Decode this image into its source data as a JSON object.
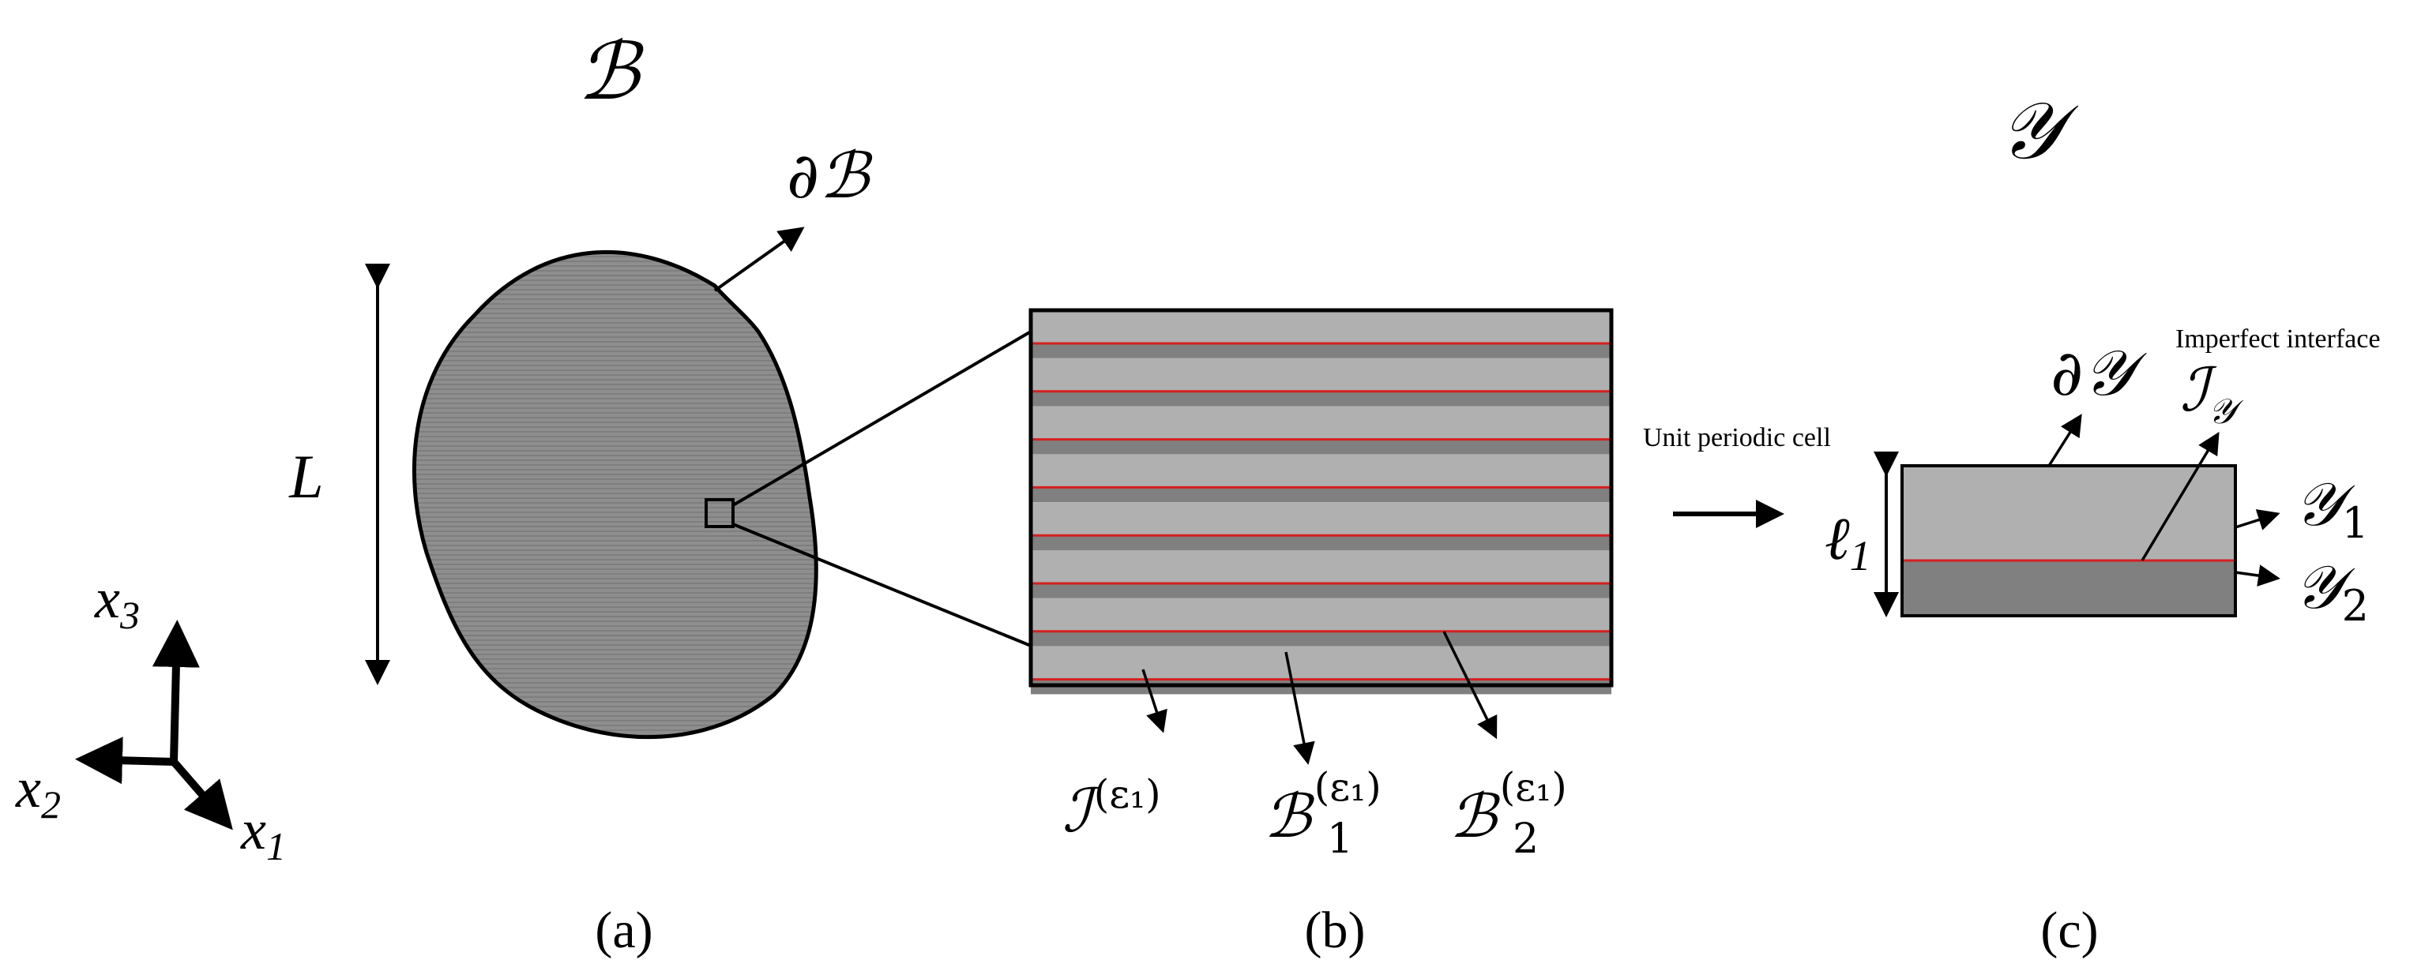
{
  "panel_a": {
    "body_symbol": "ℬ",
    "boundary_symbol": "∂ℬ",
    "length_label": "L",
    "axes": {
      "x1": "x",
      "x1_sub": "1",
      "x2": "x",
      "x2_sub": "2",
      "x3": "x",
      "x3_sub": "3"
    },
    "caption": "(a)"
  },
  "panel_b": {
    "interface_label": "ℐ",
    "interface_sup": "(ε₁)",
    "phase1_label": "ℬ",
    "phase1_sub": "1",
    "phase1_sup": "(ε₁)",
    "phase2_label": "ℬ",
    "phase2_sub": "2",
    "phase2_sup": "(ε₁)",
    "caption": "(b)"
  },
  "arrow_label": "Unit periodic cell",
  "panel_c": {
    "cell_symbol": "𝒴",
    "boundary_symbol": "∂𝒴",
    "interface_title": "Imperfect interface",
    "interface_label": "ℐ",
    "interface_sub": "𝒴",
    "cell_height_label": "ℓ",
    "cell_height_sub": "1",
    "phase1_label": "𝒴",
    "phase1_sub": "1",
    "phase2_label": "𝒴",
    "phase2_sub": "2",
    "caption": "(c)"
  },
  "colors": {
    "light_gray": "#b0b0b0",
    "dark_gray": "#808080",
    "blob_gray": "#8c8c8c",
    "interface_red": "#d42020",
    "stroke": "#000000"
  }
}
